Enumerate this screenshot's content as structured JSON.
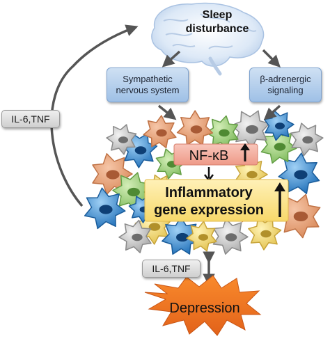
{
  "brain_label": {
    "line1": "Sleep",
    "line2": "disturbance"
  },
  "sympathetic": {
    "line1": "Sympathetic",
    "line2": "nervous system"
  },
  "beta": {
    "line1": "β-adrenergic",
    "line2": "signaling"
  },
  "cytokines_top": "IL-6,TNF",
  "cytokines_bottom": "IL-6,TNF",
  "nfkb": "NF-κB",
  "inflammatory": {
    "line1": "Inflammatory",
    "line2": "gene expression"
  },
  "depression": "Depression",
  "colors": {
    "blue_box": "#9fc0e6",
    "grey_box": "#d9d9d9",
    "nfkb_box": "#f2a99a",
    "inflam_box": "#fde79a",
    "star": "#f47a1f",
    "arrow": "#555555"
  }
}
